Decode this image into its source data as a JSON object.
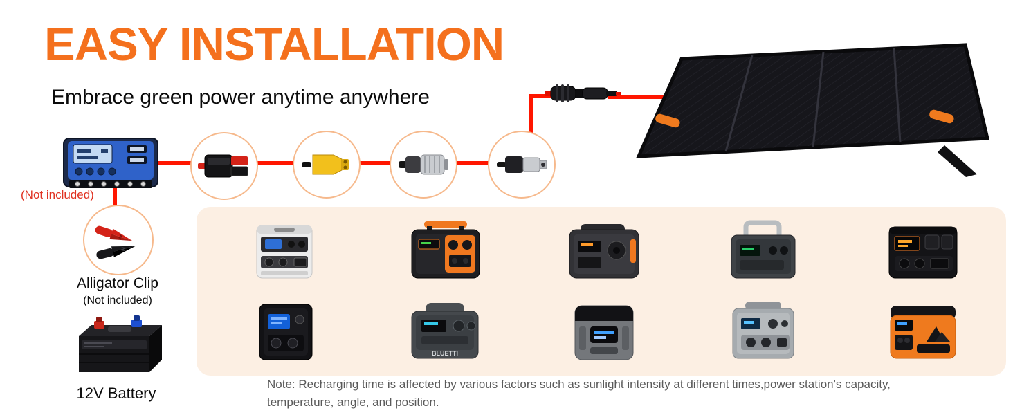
{
  "header": {
    "title": "EASY INSTALLATION",
    "subtitle": "Embrace green power anytime anywhere"
  },
  "left_column": {
    "controller_not_included": "(Not included)",
    "alligator_clip_label": "Alligator Clip",
    "alligator_not_included": "(Not included)",
    "battery_label": "12V Battery"
  },
  "products": {
    "bluetti_label": "BLUETTI"
  },
  "note": {
    "line1": "Note: Recharging time is affected by various factors such as sunlight intensity at different times,power station's capacity,",
    "line2": "temperature, angle, and position."
  },
  "colors": {
    "accent_orange": "#F4701D",
    "warning_red": "#E03222",
    "panel_bg": "#FCEFE3",
    "wire_red": "#FF1600"
  }
}
